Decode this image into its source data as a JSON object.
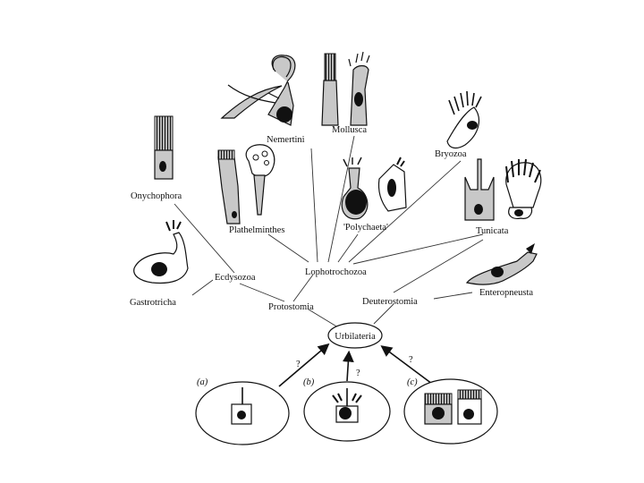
{
  "taxa": {
    "nemertini": "Nemertini",
    "mollusca": "Mollusca",
    "bryozoa": "Bryozoa",
    "onychophora": "Onychophora",
    "plathelminthes": "Plathelminthes",
    "polychaeta": "'Polychaeta'",
    "tunicata": "Tunicata",
    "gastrotricha": "Gastrotricha",
    "enteropneusta": "Enteropneusta"
  },
  "clades": {
    "ecdysozoa": "Ecdysozoa",
    "lophotrochozoa": "Lophotrochozoa",
    "protostomia": "Protostomia",
    "deuterostomia": "Deuterostomia",
    "urbilateria": "Urbilateria"
  },
  "hypotheses": [
    {
      "label": "(a)",
      "question": "?"
    },
    {
      "label": "(b)",
      "question": "?"
    },
    {
      "label": "(c)",
      "question": "?"
    }
  ],
  "colors": {
    "ink": "#111111",
    "cell_fill": "#c8c8c8",
    "background": "#ffffff"
  }
}
